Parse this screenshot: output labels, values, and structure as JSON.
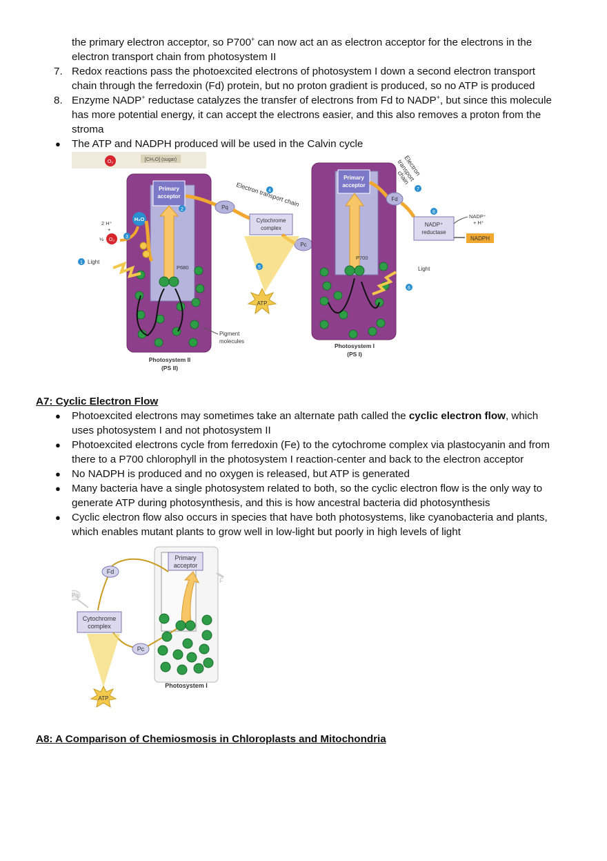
{
  "top_continuation": {
    "line1_pre": "the primary electron acceptor, so P700",
    "line1_sup": "+",
    "line1_post": " can now act an as electron acceptor for the electrons in the",
    "line2": "electron transport chain from photosystem II"
  },
  "steps": [
    {
      "num": "7.",
      "lines": [
        "Redox reactions pass the photoexcited electrons of photosystem I down a second electron transport",
        "chain through the ferredoxin (Fd) protein, but no proton gradient is produced, so no ATP is produced"
      ]
    },
    {
      "num": "8.",
      "line1_a": "Enzyme NADP",
      "line1_sup1": "+",
      "line1_b": " reductase catalyzes the transfer of electrons from Fd to NADP",
      "line1_sup2": "+",
      "line1_c": ", but since this molecule",
      "lines": [
        "has more potential energy, it can accept the electrons easier, and this also removes a proton from the",
        "stroma"
      ]
    }
  ],
  "bullet_calvin": "The ATP and NADPH produced will be used in the Calvin cycle",
  "bullet_symbol": "●",
  "figure1": {
    "o2_top": "O₂",
    "ch2o": "[CH₂O] (sugar)",
    "primary_acceptor_line1": "Primary",
    "primary_acceptor_line2": "acceptor",
    "etc_label": "Electron transport chain",
    "etc_vertical_line1": "Electron",
    "etc_vertical_line2": "transport",
    "etc_vertical_line3": "chain",
    "pq": "Pq",
    "pc": "Pc",
    "fd": "Fd",
    "cytochrome_line1": "Cytochrome",
    "cytochrome_line2": "complex",
    "h2o": "H₂O",
    "two_h": "2 H⁺",
    "plus": "+",
    "half_o2": "½",
    "o2": "O₂",
    "light": "Light",
    "p680": "P680",
    "p700": "P700",
    "atp": "ATP",
    "nadp_plus_line1": "NADP⁺",
    "nadp_plus_line2": "+ H⁺",
    "nadp_reductase_line1": "NADP⁺",
    "nadp_reductase_line2": "reductase",
    "nadph": "NADPH",
    "pigment_line1": "Pigment",
    "pigment_line2": "molecules",
    "ps2_line1": "Photosystem II",
    "ps2_line2": "(PS II)",
    "ps1_line1": "Photosystem I",
    "ps1_line2": "(PS I)",
    "step_numbers": [
      "1",
      "2",
      "3",
      "4",
      "5",
      "6",
      "7",
      "8"
    ],
    "colors": {
      "purple": "#8e3f8c",
      "lavender": "#b6b3dc",
      "green": "#2f9c48",
      "yellow": "#f2c94c",
      "blue": "#2a8fd0",
      "red": "#d7262d",
      "orange": "#f0a830"
    }
  },
  "section_a7": {
    "heading": "A7: Cyclic Electron Flow",
    "b1_pre": "Photoexcited electrons may sometimes take an alternate path called the ",
    "b1_bold": "cyclic electron flow",
    "b1_post": ", which",
    "b1_line2": "uses photosystem I and not photosystem II",
    "b2_lines": [
      "Photoexcited electrons cycle from ferredoxin (Fe) to the cytochrome complex via plastocyanin and from",
      "there to a P700 chlorophyll in the photosystem I reaction-center and back to the electron acceptor"
    ],
    "b3": "No NADPH is produced and no oxygen is released, but ATP is generated",
    "b4_lines": [
      "Many bacteria have a single photosystem related to both, so the cyclic electron flow is the only way to",
      "generate ATP during photosynthesis, and this is how ancestral bacteria did photosynthesis"
    ],
    "b5_lines": [
      "Cyclic electron flow also occurs in species that have both photosystems, like cyanobacteria and plants,",
      "which enables mutant plants to grow well in low-light but poorly in high levels of light"
    ]
  },
  "figure2": {
    "fd": "Fd",
    "pq": "Pq",
    "pc": "Pc",
    "f_edge": "F",
    "primary_line1": "Primary",
    "primary_line2": "acceptor",
    "cytochrome_line1": "Cytochrome",
    "cytochrome_line2": "complex",
    "atp": "ATP",
    "photosystem": "Photosystem I"
  },
  "section_a8": {
    "heading": "A8: A Comparison of Chemiosmosis in Chloroplasts and Mitochondria"
  }
}
